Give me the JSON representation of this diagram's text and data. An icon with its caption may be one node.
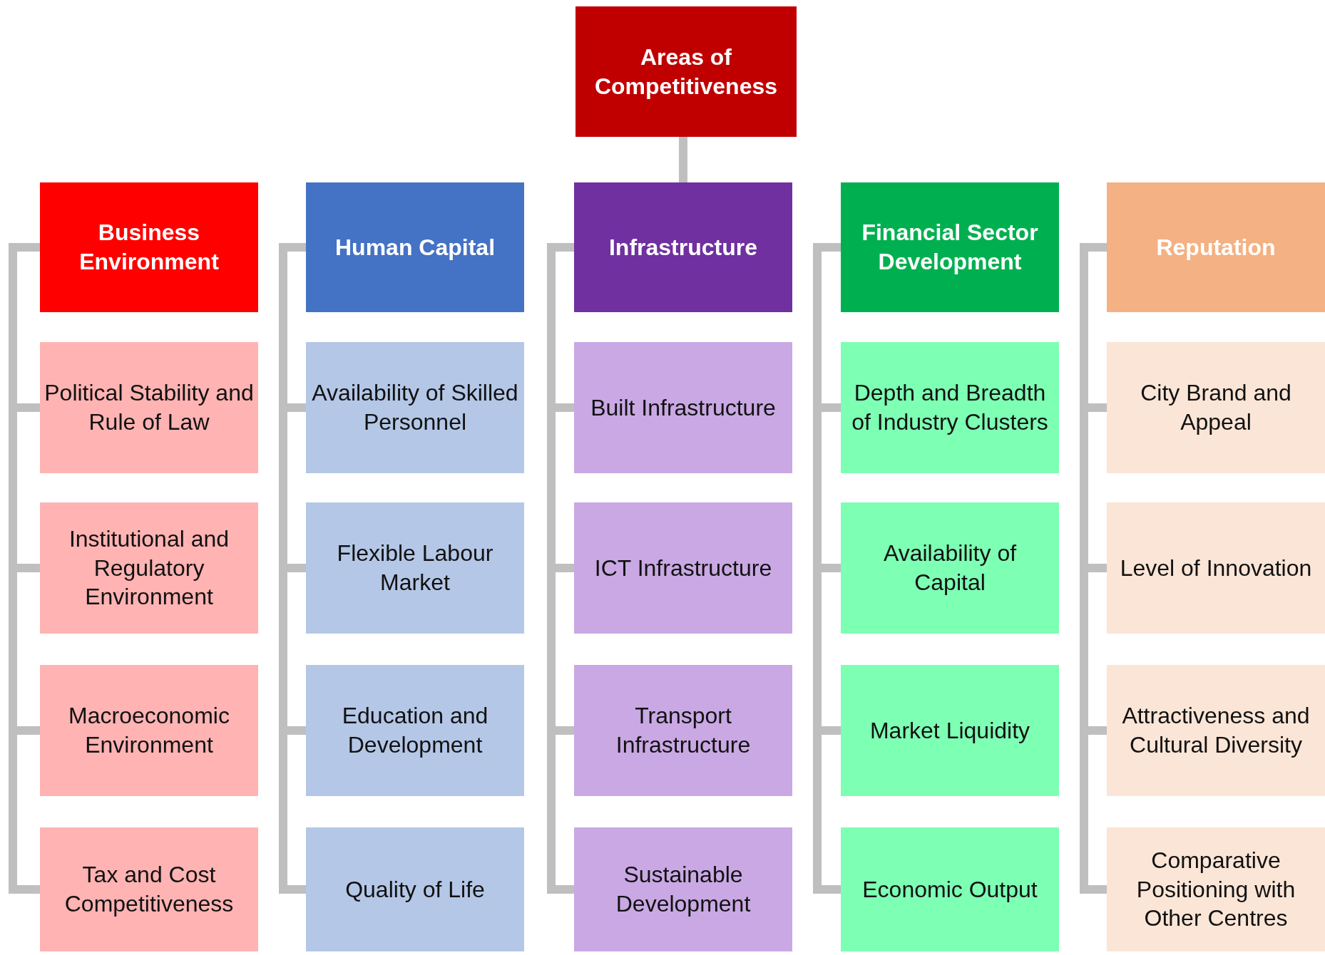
{
  "diagram": {
    "nodes": [
      {
        "text": [
          "Areas of Competitiveness"
        ]
      },
      {
        "text": [
          "Business Environment"
        ]
      },
      {
        "text": [
          "Political Stability and Rule of Law"
        ]
      },
      {
        "text": [
          "Institutional and Regulatory Environment"
        ]
      },
      {
        "text": [
          "Macroeconomic Environment"
        ]
      },
      {
        "text": [
          "Tax and Cost Competitiveness"
        ]
      },
      {
        "text": [
          "Human Capital"
        ]
      },
      {
        "text": [
          "Availability of Skilled Personnel"
        ]
      },
      {
        "text": [
          "Flexible Labour Market"
        ]
      },
      {
        "text": [
          "Education and Development"
        ]
      },
      {
        "text": [
          "Quality of Life"
        ]
      },
      {
        "text": [
          "Infrastructure"
        ]
      },
      {
        "text": [
          "Built Infrastructure"
        ]
      },
      {
        "text": [
          "ICT Infrastructure"
        ]
      },
      {
        "text": [
          "Transport Infrastructure"
        ]
      },
      {
        "text": [
          "Sustainable Development"
        ]
      },
      {
        "text": [
          "Financial Sector Development"
        ]
      },
      {
        "text": [
          "Depth and Breadth of Industry Clusters"
        ]
      },
      {
        "text": [
          "Availability of Capital"
        ]
      },
      {
        "text": [
          "Market Liquidity"
        ]
      },
      {
        "text": [
          "Economic Output"
        ]
      },
      {
        "text": [
          "Reputation"
        ]
      },
      {
        "text": [
          "City Brand and Appeal"
        ]
      },
      {
        "text": [
          "Level of Innovation"
        ]
      },
      {
        "text": [
          "Attractiveness and Cultural Diversity"
        ]
      },
      {
        "text": [
          "Comparative Positioning with Other Centres"
        ]
      }
    ],
    "edges": [
      {
        "from": 0,
        "to": 11,
        "arrow": "none"
      },
      {
        "from": 1,
        "to": 2,
        "arrow": "none"
      },
      {
        "from": 1,
        "to": 3,
        "arrow": "none"
      },
      {
        "from": 1,
        "to": 4,
        "arrow": "none"
      },
      {
        "from": 1,
        "to": 5,
        "arrow": "none"
      },
      {
        "from": 6,
        "to": 7,
        "arrow": "none"
      },
      {
        "from": 6,
        "to": 8,
        "arrow": "none"
      },
      {
        "from": 6,
        "to": 9,
        "arrow": "none"
      },
      {
        "from": 6,
        "to": 10,
        "arrow": "none"
      },
      {
        "from": 11,
        "to": 12,
        "arrow": "none"
      },
      {
        "from": 11,
        "to": 13,
        "arrow": "none"
      },
      {
        "from": 11,
        "to": 14,
        "arrow": "none"
      },
      {
        "from": 11,
        "to": 15,
        "arrow": "none"
      },
      {
        "from": 16,
        "to": 17,
        "arrow": "none"
      },
      {
        "from": 16,
        "to": 18,
        "arrow": "none"
      },
      {
        "from": 16,
        "to": 19,
        "arrow": "none"
      },
      {
        "from": 16,
        "to": 20,
        "arrow": "none"
      },
      {
        "from": 21,
        "to": 22,
        "arrow": "none"
      },
      {
        "from": 21,
        "to": 23,
        "arrow": "none"
      },
      {
        "from": 21,
        "to": 24,
        "arrow": "none"
      },
      {
        "from": 21,
        "to": 25,
        "arrow": "none"
      }
    ]
  }
}
